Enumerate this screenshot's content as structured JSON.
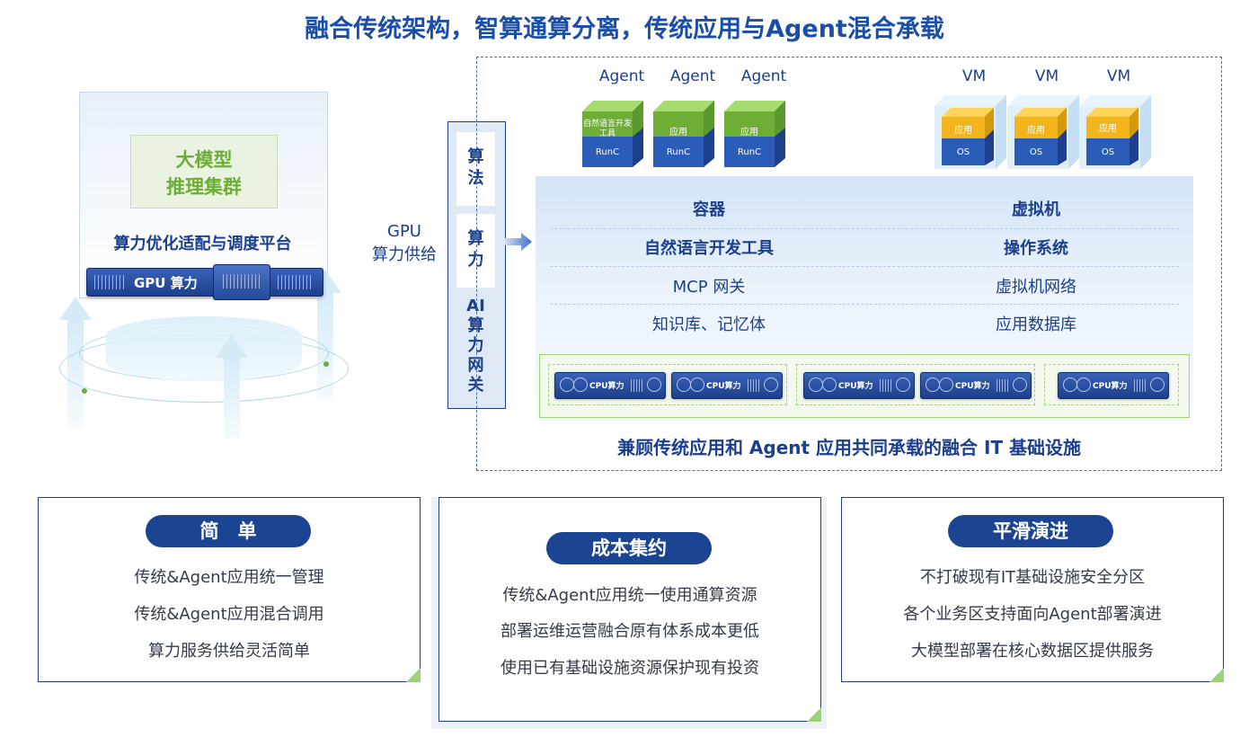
{
  "title": "融合传统架构，智算通算分离，传统应用与Agent混合承载",
  "left": {
    "model_line1": "大模型",
    "model_line2": "推理集群",
    "platform": "算力优化适配与调度平台",
    "gpu_bar": "GPU 算力"
  },
  "gpu_supply": {
    "line1": "GPU",
    "line2": "算力供给"
  },
  "column": {
    "cell1": [
      "算",
      "法"
    ],
    "cell2": [
      "算",
      "力"
    ],
    "gateway": [
      "AI",
      "算",
      "力",
      "网",
      "关"
    ]
  },
  "agents": [
    {
      "label": "Agent",
      "top": "自然语言开发工具",
      "bottom": "RunC"
    },
    {
      "label": "Agent",
      "top": "应用",
      "bottom": "RunC"
    },
    {
      "label": "Agent",
      "top": "应用",
      "bottom": "RunC"
    }
  ],
  "vms": [
    {
      "label": "VM",
      "top": "应用",
      "bottom": "OS"
    },
    {
      "label": "VM",
      "top": "应用",
      "bottom": "OS"
    },
    {
      "label": "VM",
      "top": "应用",
      "bottom": "OS"
    }
  ],
  "platform_rows": [
    {
      "left": "容器",
      "right": "虚拟机"
    },
    {
      "left": "自然语言开发工具",
      "right": "操作系统"
    },
    {
      "left": "MCP 网关",
      "right": "虚拟机网络"
    },
    {
      "left": "知识库、记忆体",
      "right": "应用数据库"
    }
  ],
  "cpu_label": "CPU算力",
  "caption": "兼顾传统应用和 Agent 应用共同承载的融合 IT 基础设施",
  "cards": [
    {
      "title": "简　单",
      "lines": [
        "传统&Agent应用统一管理",
        "传统&Agent应用混合调用",
        "算力服务供给灵活简单"
      ]
    },
    {
      "title": "成本集约",
      "lines": [
        "传统&Agent应用统一使用通算资源",
        "部署运维运营融合原有体系成本更低",
        "使用已有基础设施资源保护现有投资"
      ]
    },
    {
      "title": "平滑演进",
      "lines": [
        "不打破现有IT基础设施安全分区",
        "各个业务区支持面向Agent部署演进",
        "大模型部署在核心数据区提供服务"
      ]
    }
  ],
  "colors": {
    "navy": "#1b4592",
    "green": "#6eae37",
    "blue_face": "#2a5cb8",
    "yellow": "#f2b51d"
  }
}
